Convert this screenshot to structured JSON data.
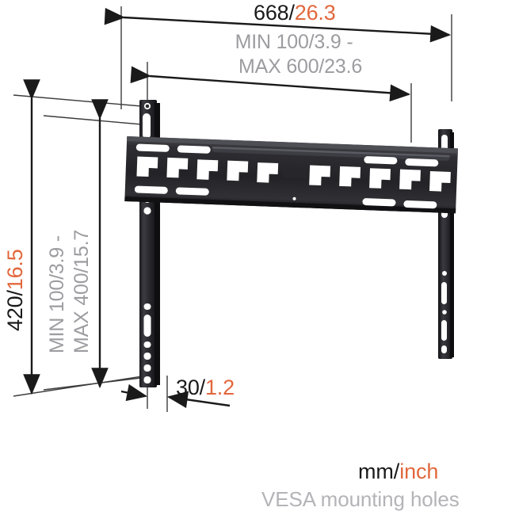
{
  "figure": {
    "kind": "technical-dimension-drawing",
    "subject": "flat wall mount bracket",
    "colors": {
      "metric": "#1a1a1a",
      "imperial": "#e2673c",
      "secondary_gray": "#9d9da1",
      "legend_gray": "#b4b4b8",
      "bracket_dark": "#2b2b2f",
      "line": "#1a1a1a"
    }
  },
  "dimensions": {
    "width_overall": {
      "metric": "668",
      "separator": "/",
      "imperial": "26.3",
      "orientation": "horizontal",
      "position": "top"
    },
    "vesa_horizontal": {
      "line1": "MIN 100/3.9 -",
      "line2": "MAX 600/23.6",
      "orientation": "horizontal",
      "position": "top-inner"
    },
    "height_overall": {
      "metric": "420",
      "separator": "/",
      "imperial": "16.5",
      "orientation": "vertical",
      "position": "left-outer"
    },
    "vesa_vertical": {
      "line1": "MIN 100/3.9 -",
      "line2": "MAX 400/15.7",
      "orientation": "vertical",
      "position": "left-inner"
    },
    "depth": {
      "metric": "30",
      "separator": "/",
      "imperial": "1.2",
      "orientation": "horizontal",
      "position": "bottom"
    }
  },
  "legend": {
    "units_metric": "mm",
    "units_separator": "/",
    "units_imperial": "inch",
    "caption": "VESA mounting holes"
  }
}
